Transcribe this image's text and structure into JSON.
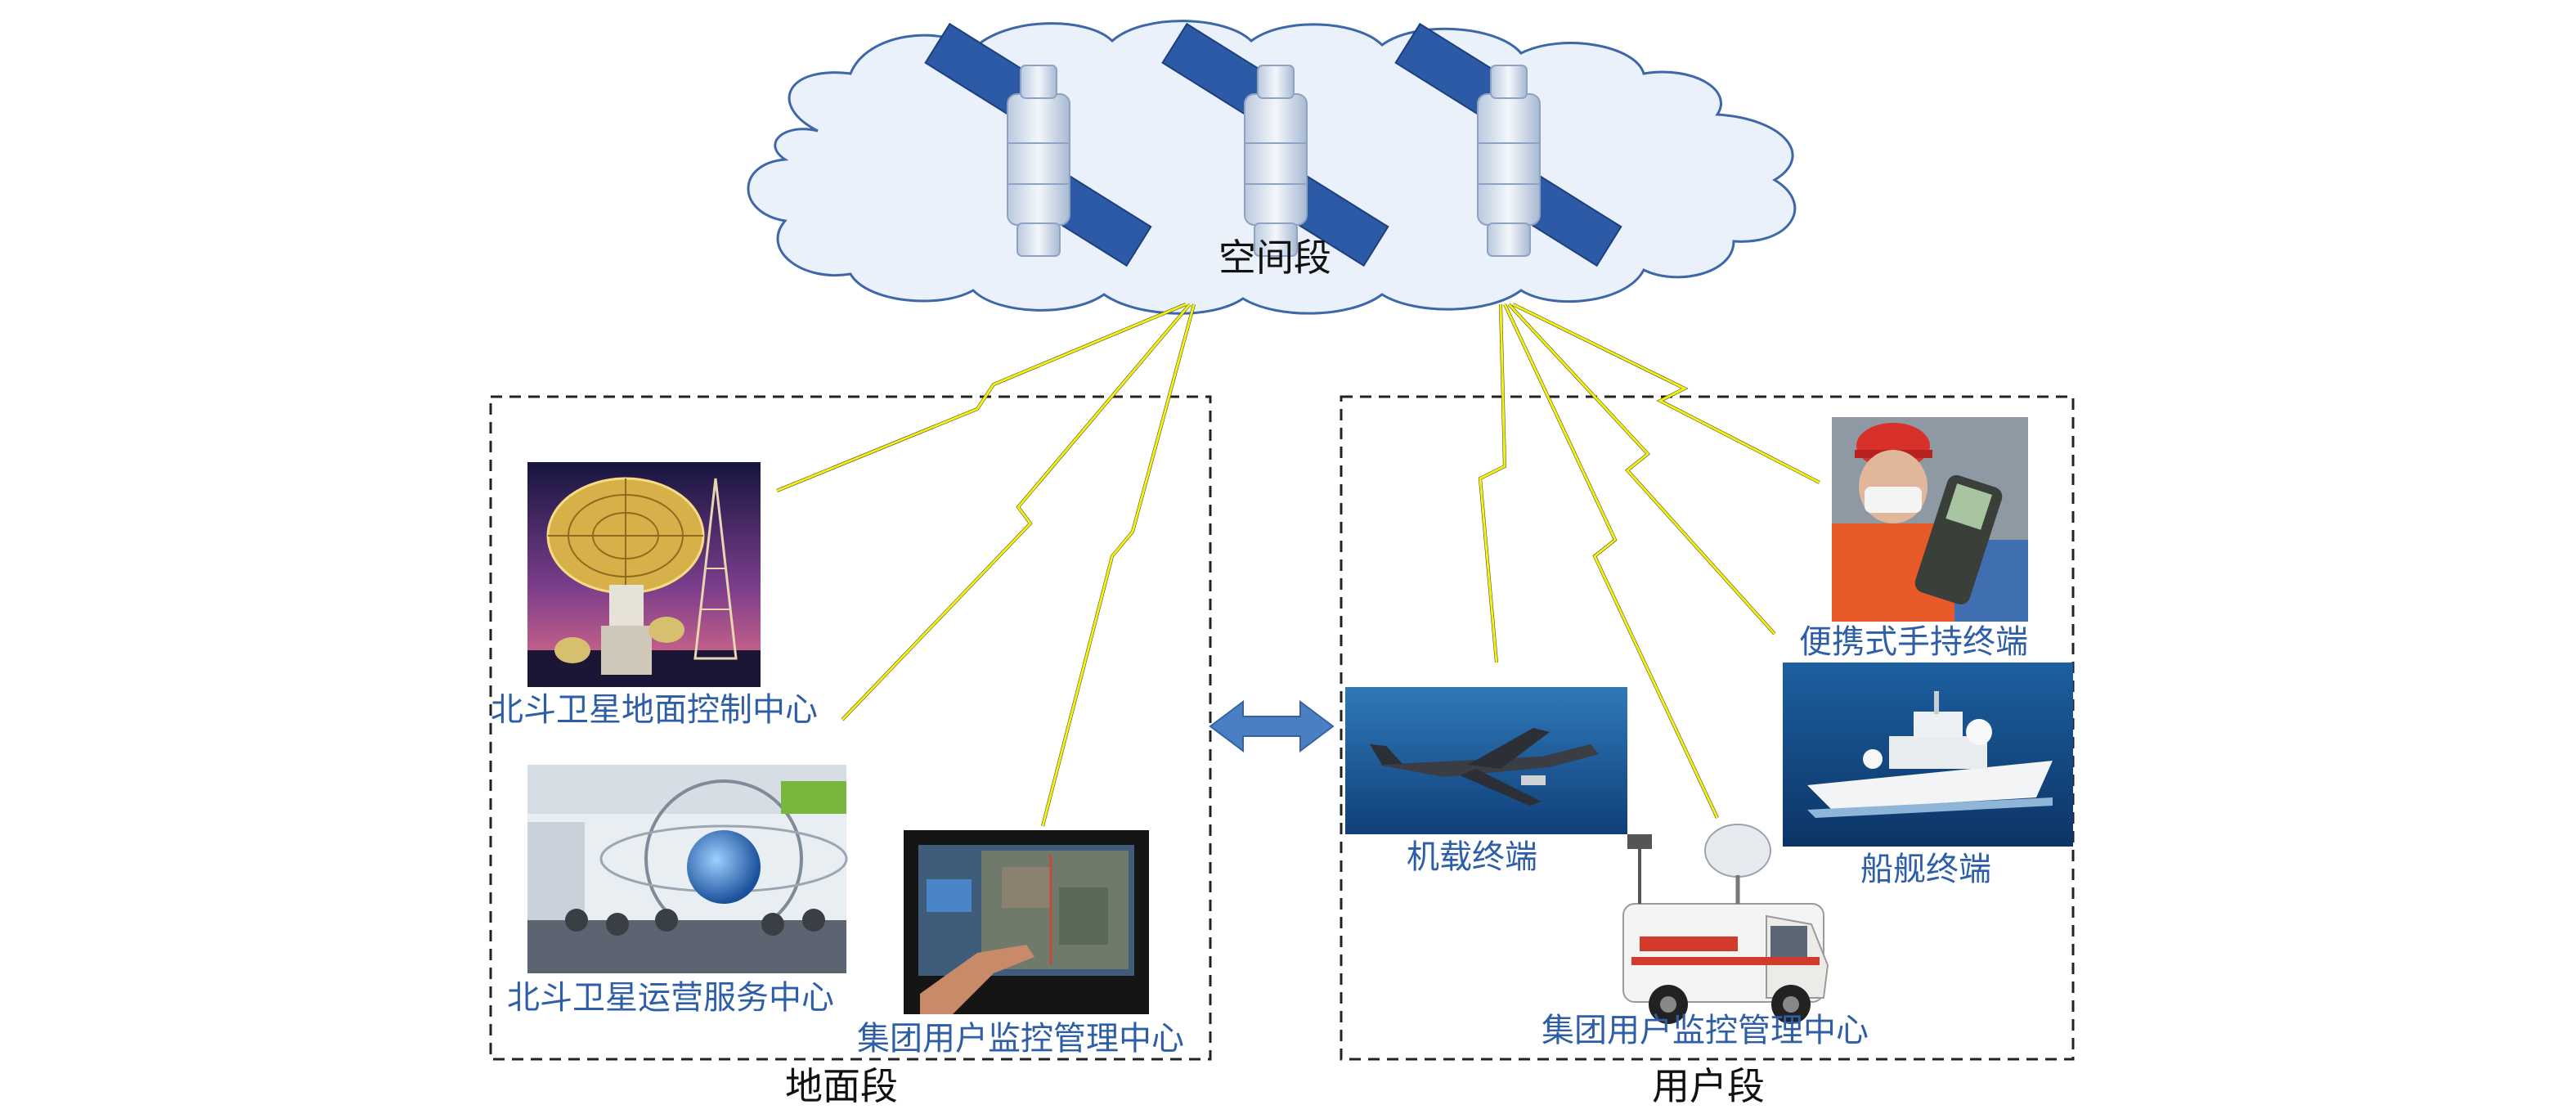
{
  "space_segment": {
    "label": "空间段"
  },
  "ground_segment": {
    "label": "地面段",
    "items": [
      {
        "label": "北斗卫星地面控制中心",
        "picture": "satellite-dish-photo"
      },
      {
        "label": "北斗卫星运营服务中心",
        "picture": "operations-hall-photo"
      },
      {
        "label": "集团用户监控管理中心",
        "picture": "touchscreen-map-photo"
      }
    ]
  },
  "user_segment": {
    "label": "用户段",
    "items": [
      {
        "label": "便携式手持终端",
        "picture": "handheld-terminal-photo"
      },
      {
        "label": "机载终端",
        "picture": "aircraft-photo"
      },
      {
        "label": "船舰终端",
        "picture": "ship-photo"
      },
      {
        "label": "集团用户监控管理中心",
        "picture": "satellite-van-photo"
      }
    ]
  },
  "colors": {
    "cloud_fill": "#eaf1fa",
    "cloud_stroke": "#3d67a8",
    "solar_panel": "#2d5aa6",
    "link_yellow": "#f4f20a",
    "label_blue": "#2e5fa6",
    "arrow_blue": "#4a7fc4"
  }
}
